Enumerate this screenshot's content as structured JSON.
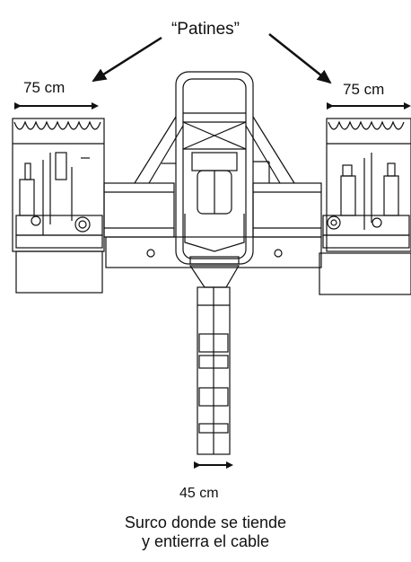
{
  "labels": {
    "patines": "“Patines”",
    "width_left": "75 cm",
    "width_right": "75 cm",
    "trench_width": "45 cm",
    "caption_line1": "Surco donde se tiende",
    "caption_line2": "y entierra el cable"
  },
  "colors": {
    "line": "#111111",
    "fill": "#ffffff",
    "shade": "#e6e6e6"
  }
}
